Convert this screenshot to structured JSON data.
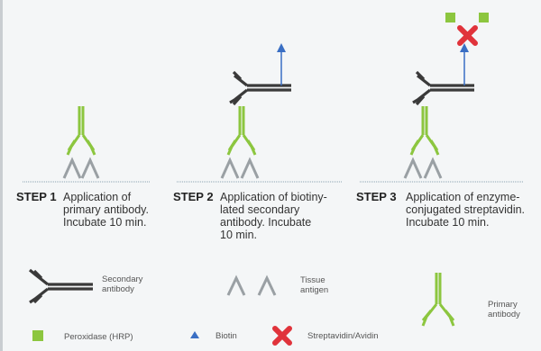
{
  "steps": [
    {
      "label": "STEP 1",
      "description": "Application of primary antibody. Incubate 10 min."
    },
    {
      "label": "STEP 2",
      "description": "Application of biotiny-lated secondary antibody. Incubate 10 min."
    },
    {
      "label": "STEP 3",
      "description": "Application of enzyme-conjugated streptavidin. Incubate 10 min."
    }
  ],
  "step_lines": [
    [
      "Application of",
      "primary antibody.",
      "Incubate 10 min."
    ],
    [
      "Application of biotiny-",
      "lated secondary",
      "antibody. Incubate",
      "10 min."
    ],
    [
      "Application of enzyme-",
      "conjugated streptavidin.",
      "Incubate 10 min."
    ]
  ],
  "legend": {
    "secondary_antibody": [
      "Secondary",
      "antibody"
    ],
    "tissue_antigen": [
      "Tissue",
      "antigen"
    ],
    "primary_antibody": [
      "Primary",
      "antibody"
    ],
    "peroxidase": "Peroxidase (HRP)",
    "biotin": "Biotin",
    "streptavidin": "Streptavidin/Avidin"
  },
  "colors": {
    "primary_antibody": "#8cc63f",
    "secondary_antibody": "#3a3a3a",
    "tissue_antigen": "#9aa0a4",
    "biotin": "#3a6fc4",
    "streptavidin": "#e0333b",
    "peroxidase": "#8cc63f"
  }
}
